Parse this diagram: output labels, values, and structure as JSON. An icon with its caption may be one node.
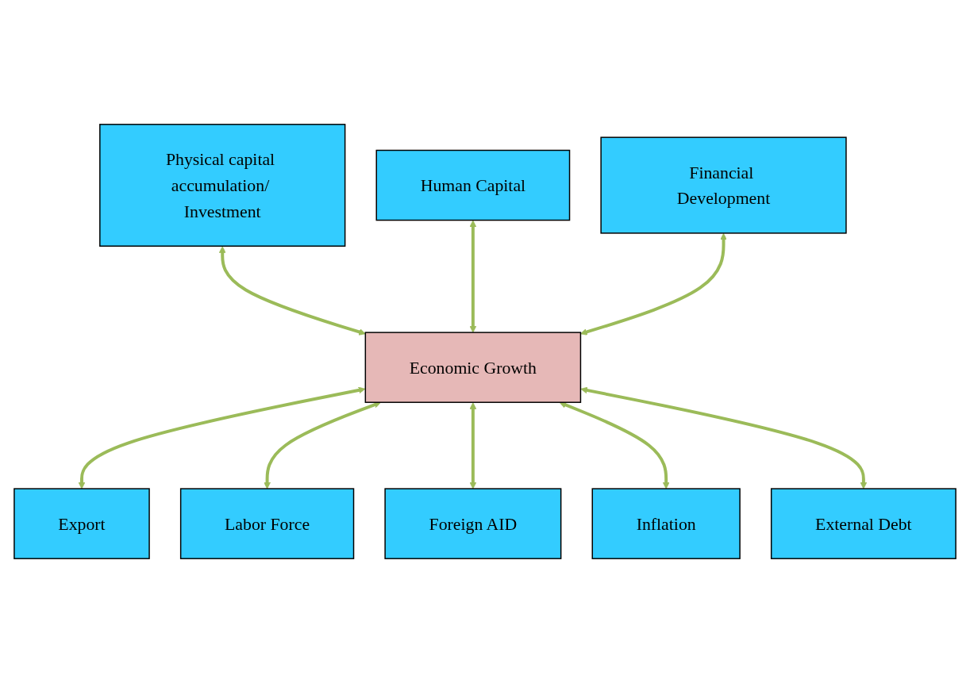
{
  "diagram": {
    "nodes": [
      {
        "text": [
          "Physical capital accumulation/ Investment"
        ]
      },
      {
        "text": [
          "Human Capital"
        ]
      },
      {
        "text": [
          "Financial Development"
        ]
      },
      {
        "text": [
          "Economic Growth"
        ]
      },
      {
        "text": [
          "Export"
        ]
      },
      {
        "text": [
          "Labor Force"
        ]
      },
      {
        "text": [
          "Foreign AID"
        ]
      },
      {
        "text": [
          "Inflation"
        ]
      },
      {
        "text": [
          "External Debt"
        ]
      }
    ],
    "edges": [
      {
        "from": 0,
        "to": 3,
        "arrow": "both"
      },
      {
        "from": 1,
        "to": 3,
        "arrow": "both"
      },
      {
        "from": 2,
        "to": 3,
        "arrow": "both"
      },
      {
        "from": 3,
        "to": 4,
        "arrow": "both"
      },
      {
        "from": 3,
        "to": 5,
        "arrow": "both"
      },
      {
        "from": 3,
        "to": 6,
        "arrow": "both"
      },
      {
        "from": 3,
        "to": 7,
        "arrow": "both"
      },
      {
        "from": 3,
        "to": 8,
        "arrow": "both"
      }
    ]
  }
}
